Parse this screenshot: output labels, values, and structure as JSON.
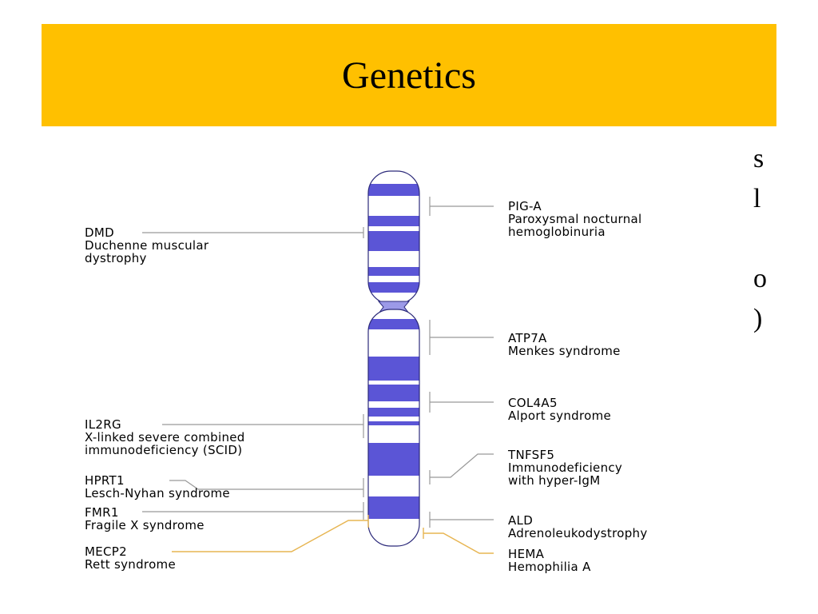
{
  "slide": {
    "title": "Genetics",
    "title_bg": "#FFC000",
    "clipped_text": [
      "s",
      "l",
      "o",
      ")"
    ]
  },
  "colors": {
    "band": "#5B55D6",
    "centromere": "#9C9AE8",
    "leader_gray": "#999999",
    "leader_orange": "#E7B552"
  },
  "genes": {
    "dmd": {
      "symbol": "DMD",
      "lines": [
        "Duchenne muscular",
        "dystrophy"
      ]
    },
    "il2rg": {
      "symbol": "IL2RG",
      "lines": [
        "X-linked severe combined",
        "immunodeficiency (SCID)"
      ]
    },
    "hprt1": {
      "symbol": "HPRT1",
      "lines": [
        "Lesch-Nyhan syndrome"
      ]
    },
    "fmr1": {
      "symbol": "FMR1",
      "lines": [
        "Fragile X syndrome"
      ]
    },
    "mecp2": {
      "symbol": "MECP2",
      "lines": [
        "Rett syndrome"
      ]
    },
    "piga": {
      "symbol": "PIG-A",
      "lines": [
        "Paroxysmal nocturnal",
        "hemoglobinuria"
      ]
    },
    "atp7a": {
      "symbol": "ATP7A",
      "lines": [
        "Menkes syndrome"
      ]
    },
    "col4a5": {
      "symbol": "COL4A5",
      "lines": [
        "Alport syndrome"
      ]
    },
    "tnfsf5": {
      "symbol": "TNFSF5",
      "lines": [
        "Immunodeficiency",
        "with hyper-IgM"
      ]
    },
    "ald": {
      "symbol": "ALD",
      "lines": [
        "Adrenoleukodystrophy"
      ]
    },
    "hema": {
      "symbol": "HEMA",
      "lines": [
        "Hemophilia A"
      ]
    }
  }
}
